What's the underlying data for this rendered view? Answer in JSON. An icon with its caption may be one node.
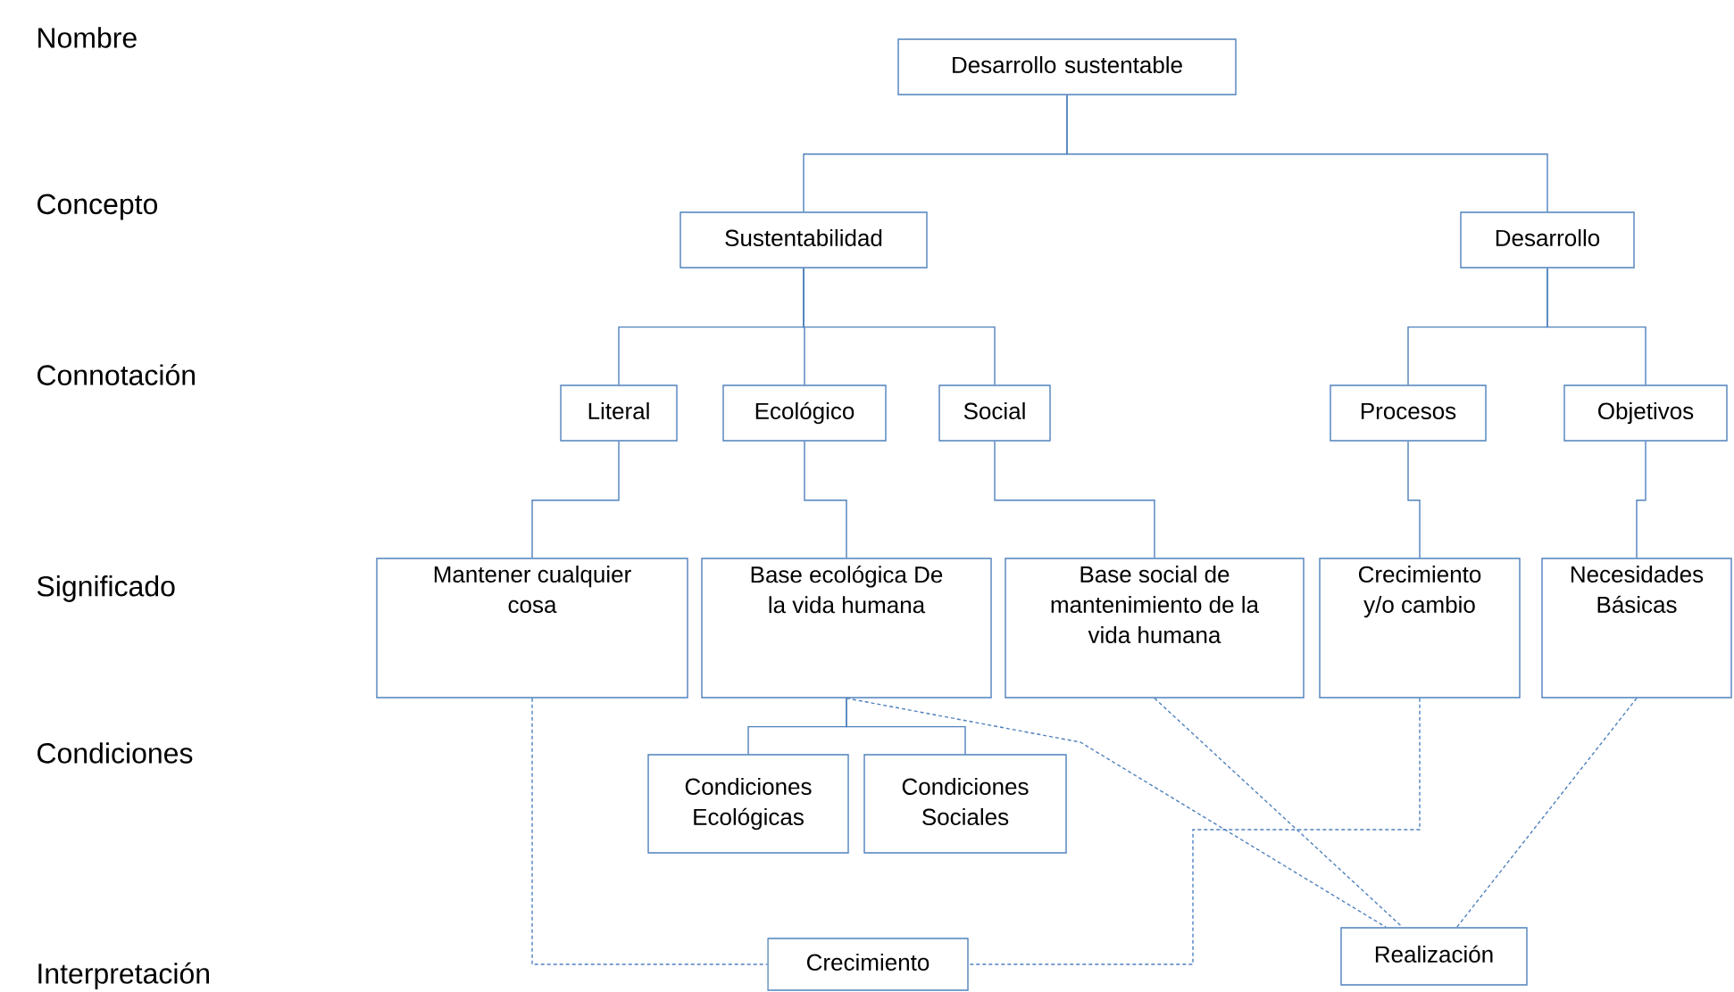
{
  "diagram": {
    "nodes": [
      {
        "text": [
          "Desarrollo sustentable"
        ]
      },
      {
        "text": [
          "Sustentabilidad"
        ]
      },
      {
        "text": [
          "Desarrollo"
        ]
      },
      {
        "text": [
          "Literal"
        ]
      },
      {
        "text": [
          "Ecológico"
        ]
      },
      {
        "text": [
          "Social"
        ]
      },
      {
        "text": [
          "Procesos"
        ]
      },
      {
        "text": [
          "Objetivos"
        ]
      },
      {
        "text": [
          "Mantener cualquier cosa"
        ]
      },
      {
        "text": [
          "Base ecológica De la vida humana"
        ]
      },
      {
        "text": [
          "Base social de mantenimiento de la vida humana"
        ]
      },
      {
        "text": [
          "Crecimiento y/o cambio"
        ]
      },
      {
        "text": [
          "Necesidades Básicas"
        ]
      },
      {
        "text": [
          "Condiciones Ecológicas"
        ]
      },
      {
        "text": [
          "Condiciones Sociales"
        ]
      },
      {
        "text": [
          "Crecimiento"
        ]
      },
      {
        "text": [
          "Realización"
        ]
      }
    ],
    "edges": [
      {
        "from": 0,
        "to": 1,
        "arrow": "none"
      },
      {
        "from": 0,
        "to": 2,
        "arrow": "none"
      },
      {
        "from": 1,
        "to": 3,
        "arrow": "none"
      },
      {
        "from": 1,
        "to": 4,
        "arrow": "none"
      },
      {
        "from": 1,
        "to": 5,
        "arrow": "none"
      },
      {
        "from": 2,
        "to": 6,
        "arrow": "none"
      },
      {
        "from": 2,
        "to": 7,
        "arrow": "none"
      },
      {
        "from": 3,
        "to": 8,
        "arrow": "none"
      },
      {
        "from": 4,
        "to": 9,
        "arrow": "none"
      },
      {
        "from": 5,
        "to": 10,
        "arrow": "none"
      },
      {
        "from": 6,
        "to": 11,
        "arrow": "none"
      },
      {
        "from": 7,
        "to": 12,
        "arrow": "none"
      },
      {
        "from": 9,
        "to": 13,
        "arrow": "none"
      },
      {
        "from": 9,
        "to": 14,
        "arrow": "none"
      },
      {
        "from": 8,
        "to": 15,
        "arrow": "none",
        "style": "dashed"
      },
      {
        "from": 11,
        "to": 15,
        "arrow": "none",
        "style": "dashed"
      },
      {
        "from": 9,
        "to": 16,
        "arrow": "none",
        "style": "dashed"
      },
      {
        "from": 10,
        "to": 16,
        "arrow": "none",
        "style": "dashed"
      },
      {
        "from": 12,
        "to": 16,
        "arrow": "none",
        "style": "dashed"
      }
    ],
    "labels": [
      "Nombre",
      "Concepto",
      "Connotación",
      "Significado",
      "Condiciones",
      "Interpretación"
    ]
  }
}
